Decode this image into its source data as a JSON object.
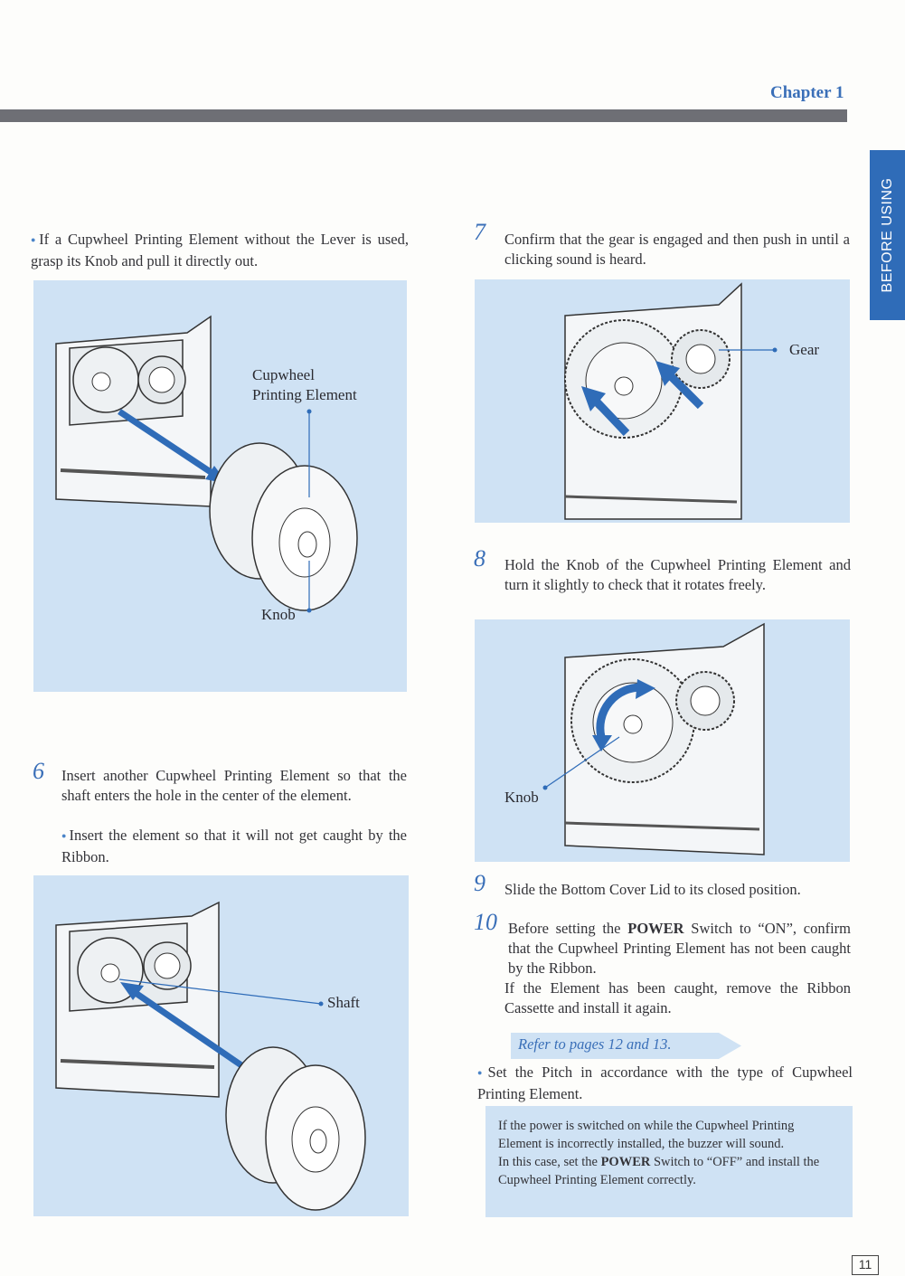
{
  "header": {
    "chapter": "Chapter 1"
  },
  "side_tab": {
    "label": "BEFORE USING"
  },
  "left": {
    "intro": "If a Cupwheel Printing Element without the Lever is used, grasp its Knob and pull it directly out.",
    "fig1": {
      "label_element_line1": "Cupwheel",
      "label_element_line2": "Printing Element",
      "label_knob": "Knob"
    },
    "step6": {
      "number": "6",
      "text": "Insert another Cupwheel Printing Element so that the shaft enters the hole in the center of the element.",
      "bullet": "Insert the element so that it will not get caught by the Ribbon."
    },
    "fig2": {
      "label_shaft": "Shaft"
    }
  },
  "right": {
    "step7": {
      "number": "7",
      "text": "Confirm that the gear is engaged and then push in until a clicking sound is heard."
    },
    "fig3": {
      "label_gear": "Gear"
    },
    "step8": {
      "number": "8",
      "text": "Hold the Knob of the Cupwheel Printing Element and turn it slightly to check that it rotates freely."
    },
    "fig4": {
      "label_knob": "Knob"
    },
    "step9": {
      "number": "9",
      "text": "Slide the Bottom Cover Lid to its closed position."
    },
    "step10": {
      "number": "10",
      "text_before": "Before setting the ",
      "power": "POWER",
      "text_after": " Switch to “ON”, confirm that the Cupwheel Printing Element has not been caught by the Ribbon.",
      "text2": "If the Element has been caught, remove the Ribbon Cassette and install it again."
    },
    "refer": "Refer to pages 12 and 13.",
    "set_pitch": "Set the Pitch in accordance with the type of Cupwheel Printing Element.",
    "note": {
      "p1": "If the power is switched on while the Cupwheel Printing Element is incorrectly installed, the buzzer will sound.",
      "p2_before": "In this case, set the ",
      "p2_power": "POWER",
      "p2_after": " Switch to “OFF” and install the Cupwheel Printing Element correctly."
    }
  },
  "page_number": "11",
  "colors": {
    "accent": "#3a6fb8",
    "panel": "#cfe2f4",
    "rule": "#6e6f75"
  }
}
